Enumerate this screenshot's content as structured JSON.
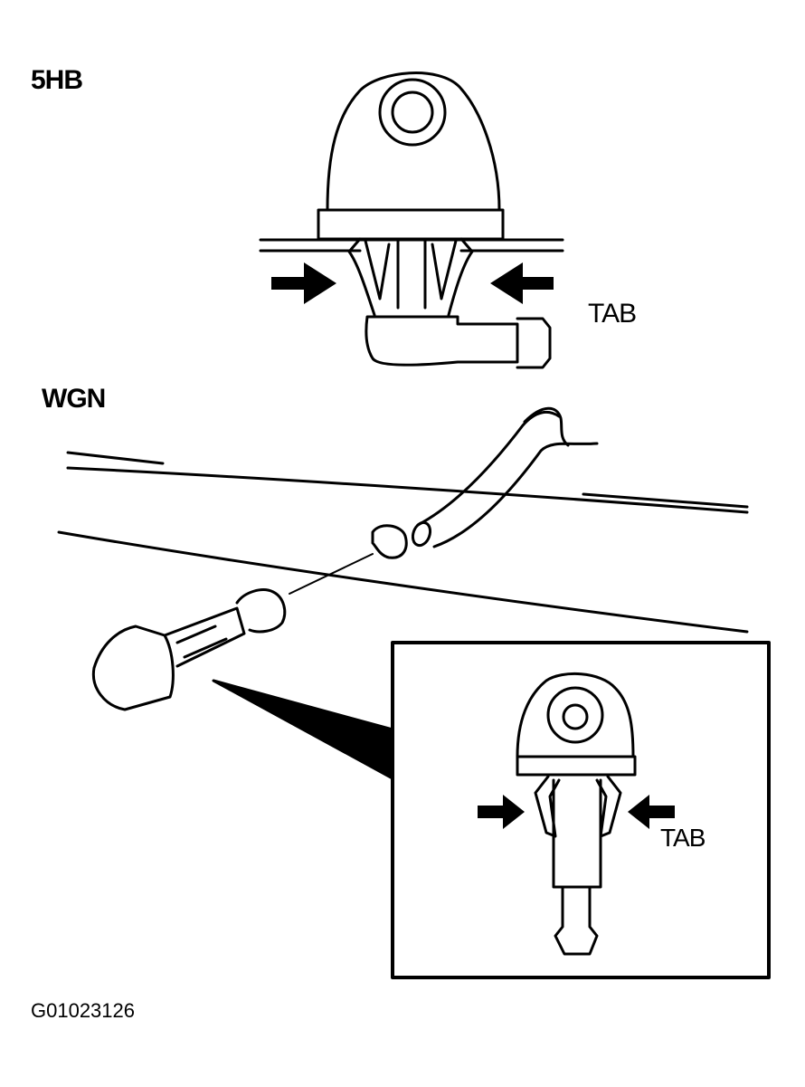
{
  "labels": {
    "variant_top": "5HB",
    "variant_bottom": "WGN",
    "tab_top": "TAB",
    "tab_inset": "TAB",
    "figure_code": "G01023126"
  },
  "colors": {
    "line": "#000000",
    "background": "#ffffff"
  }
}
